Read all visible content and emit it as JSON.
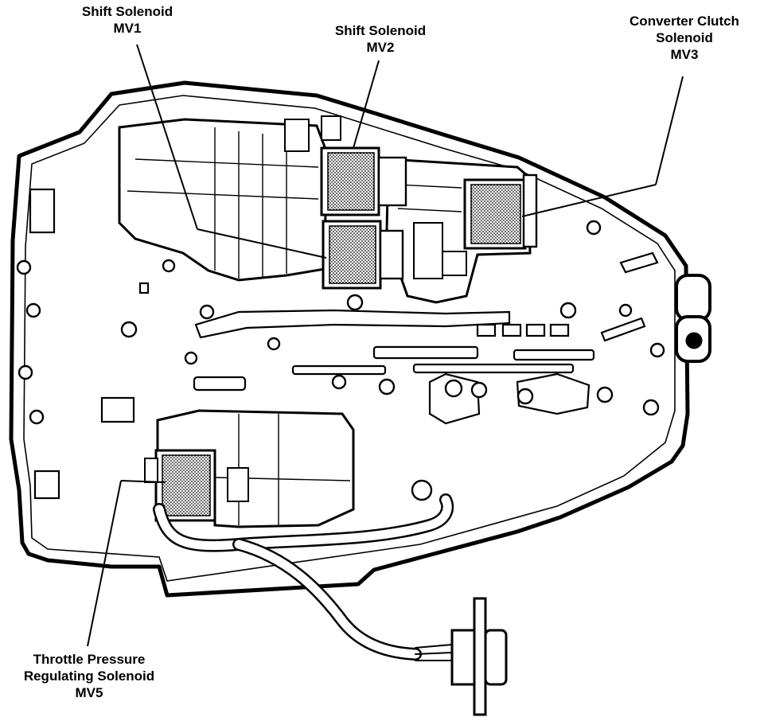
{
  "callouts": {
    "mv1": {
      "line1": "Shift Solenoid",
      "line2": "MV1"
    },
    "mv2": {
      "line1": "Shift Solenoid",
      "line2": "MV2"
    },
    "mv3": {
      "line1": "Converter Clutch",
      "line2": "Solenoid",
      "line3": "MV3"
    },
    "mv5": {
      "line1": "Throttle Pressure",
      "line2": "Regulating Solenoid",
      "line3": "MV5"
    }
  },
  "colors": {
    "ink": "#000000",
    "paper": "#ffffff",
    "coil_stipple": "#9a9a9a"
  }
}
